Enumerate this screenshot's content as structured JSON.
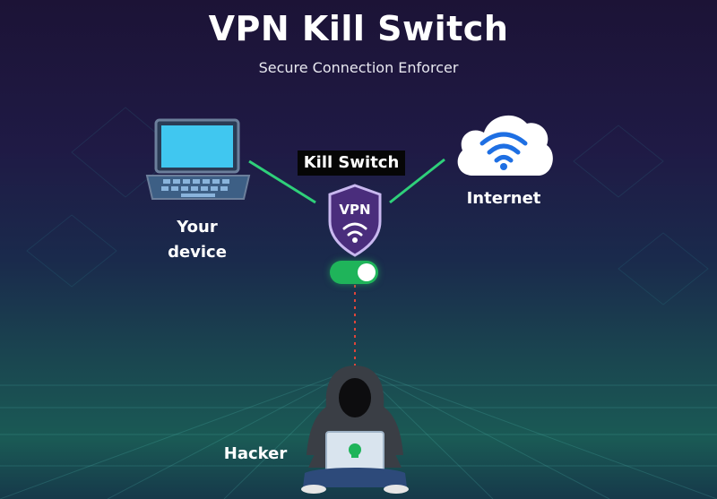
{
  "header": {
    "title": "VPN Kill Switch",
    "subtitle": "Secure Connection Enforcer"
  },
  "nodes": {
    "device_label_line1": "Your",
    "device_label_line2": "device",
    "internet_label": "Internet",
    "kill_switch_label": "Kill Switch",
    "vpn_badge_text": "VPN",
    "hacker_label": "Hacker"
  },
  "toggle": {
    "state": "on"
  },
  "colors": {
    "accent_green": "#1fb45a",
    "connector_line": "#2fd07a",
    "shield_purple": "#4a2d7c",
    "hacker_line": "#e0453a"
  },
  "icons": [
    "laptop-icon",
    "cloud-wifi-icon",
    "vpn-shield-icon",
    "hacker-icon"
  ]
}
